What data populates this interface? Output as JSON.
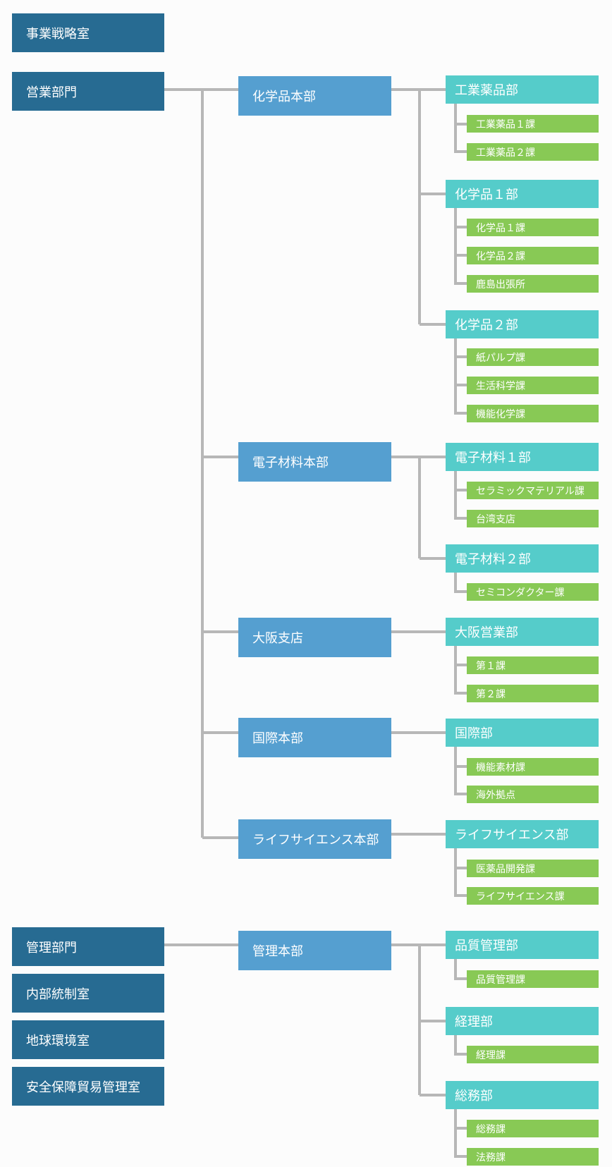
{
  "standalone": {
    "strategy_office": "事業戦略室"
  },
  "sales": {
    "division": "営業部門",
    "chem_hq": {
      "label": "化学品本部",
      "industrial": {
        "label": "工業薬品部",
        "sections": [
          "工業薬品１課",
          "工業薬品２課"
        ]
      },
      "chem1": {
        "label": "化学品１部",
        "sections": [
          "化学品１課",
          "化学品２課",
          "鹿島出張所"
        ]
      },
      "chem2": {
        "label": "化学品２部",
        "sections": [
          "紙パルプ課",
          "生活科学課",
          "機能化学課"
        ]
      }
    },
    "electronics_hq": {
      "label": "電子材料本部",
      "elec1": {
        "label": "電子材料１部",
        "sections": [
          "セラミックマテリアル課",
          "台湾支店"
        ]
      },
      "elec2": {
        "label": "電子材料２部",
        "sections": [
          "セミコンダクター課"
        ]
      }
    },
    "osaka": {
      "label": "大阪支店",
      "dept": {
        "label": "大阪営業部",
        "sections": [
          "第１課",
          "第２課"
        ]
      }
    },
    "intl_hq": {
      "label": "国際本部",
      "dept": {
        "label": "国際部",
        "sections": [
          "機能素材課",
          "海外拠点"
        ]
      }
    },
    "life_hq": {
      "label": "ライフサイエンス本部",
      "dept": {
        "label": "ライフサイエンス部",
        "sections": [
          "医薬品開発課",
          "ライフサイエンス課"
        ]
      }
    }
  },
  "admin": {
    "division": "管理部門",
    "internal_control": "内部統制室",
    "environment": "地球環境室",
    "trade_control": "安全保障貿易管理室",
    "admin_hq": {
      "label": "管理本部",
      "quality": {
        "label": "品質管理部",
        "sections": [
          "品質管理課"
        ]
      },
      "accounting": {
        "label": "経理部",
        "sections": [
          "経理課"
        ]
      },
      "general": {
        "label": "総務部",
        "sections": [
          "総務課",
          "法務課"
        ]
      }
    }
  },
  "colors": {
    "level1": "#276b92",
    "level2": "#559fd0",
    "level3": "#55ccca",
    "level4": "#88c955",
    "connector": "#b7b7b7"
  }
}
